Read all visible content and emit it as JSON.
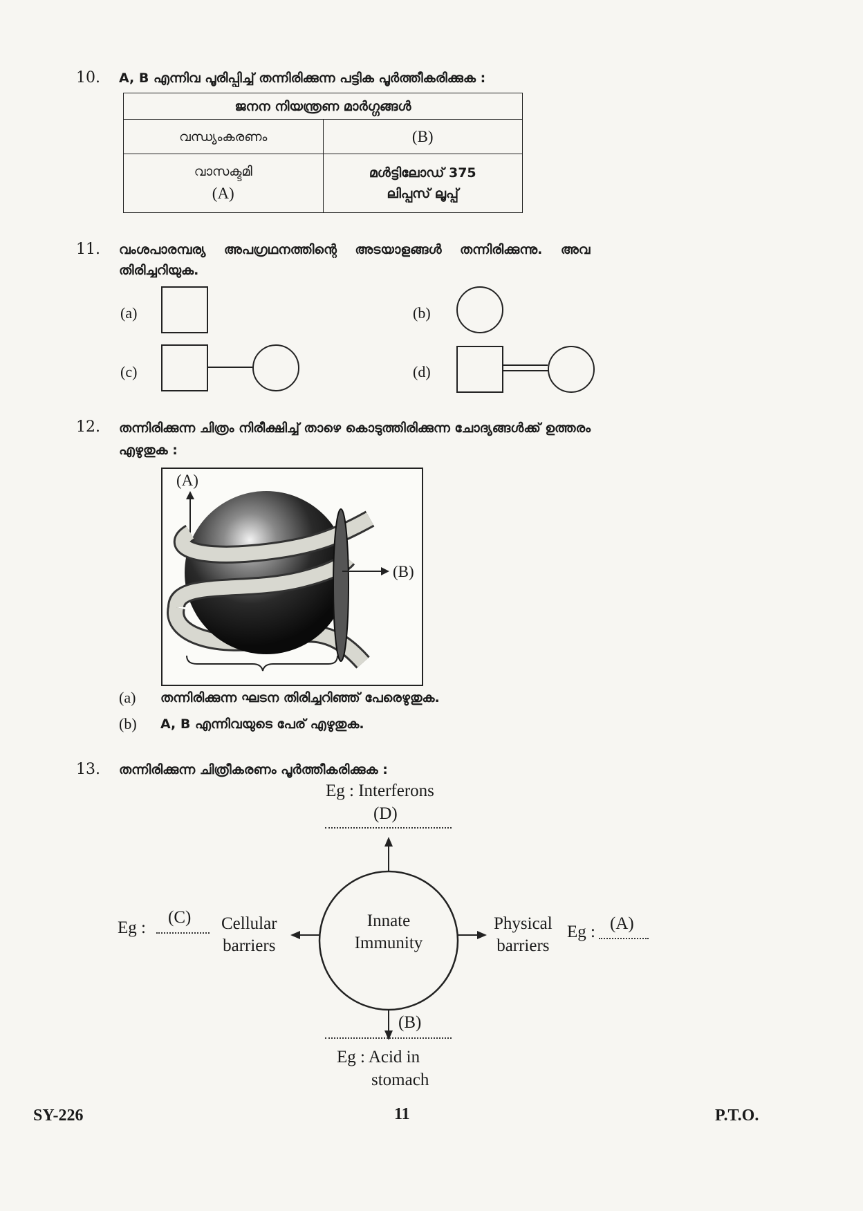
{
  "q10": {
    "number": "10.",
    "text": "A, B എന്നിവ പൂരിപ്പിച്ച് തന്നിരിക്കുന്ന പട്ടിക പൂർത്തീകരിക്കുക :",
    "table": {
      "header": "ജനന നിയന്ത്രണ മാർഗ്ഗങ്ങൾ",
      "row1": [
        "വന്ധ്യംകരണം",
        "(B)"
      ],
      "row2_left": [
        "വാസക്ടമി",
        "(A)"
      ],
      "row2_right": [
        "മൾട്ടിലോഡ് 375",
        "ലിപ്പസ് ലൂപ്പ്"
      ]
    }
  },
  "q11": {
    "number": "11.",
    "text_line1": "വംശപാരമ്പര്യ    അപഗ്രഥനത്തിന്റെ    അടയാളങ്ങൾ    തന്നിരിക്കുന്നു.    അവ",
    "text_line2": "തിരിച്ചറിയുക.",
    "labels": [
      "(a)",
      "(b)",
      "(c)",
      "(d)"
    ]
  },
  "q12": {
    "number": "12.",
    "text_line1": "തന്നിരിക്കുന്ന ചിത്രം നിരീക്ഷിച്ച് താഴെ കൊടുത്തിരിക്കുന്ന ചോദ്യങ്ങൾക്ക് ഉത്തരം",
    "text_line2": "എഴുതുക :",
    "figure_label_a": "(A)",
    "figure_label_b": "(B)",
    "sub_a_label": "(a)",
    "sub_a_text": "തന്നിരിക്കുന്ന ഘടന തിരിച്ചറിഞ്ഞ് പേരെഴുതുക.",
    "sub_b_label": "(b)",
    "sub_b_text": "A, B എന്നിവയുടെ പേര് എഴുതുക."
  },
  "q13": {
    "number": "13.",
    "text": "തന്നിരിക്കുന്ന ചിത്രീകരണം പൂർത്തീകരിക്കുക :",
    "center_line1": "Innate",
    "center_line2": "Immunity",
    "top_example": "Eg : Interferons",
    "top_blank": "(D)",
    "left_label_1": "Cellular",
    "left_label_2": "barriers",
    "left_eg": "Eg :",
    "left_blank": "(C)",
    "right_label_1": "Physical",
    "right_label_2": "barriers",
    "right_eg": "Eg :",
    "right_blank": "(A)",
    "bottom_blank": "(B)",
    "bottom_example_1": "Eg : Acid in",
    "bottom_example_2": "stomach"
  },
  "footer": {
    "code": "SY-226",
    "page": "11",
    "pto": "P.T.O."
  }
}
